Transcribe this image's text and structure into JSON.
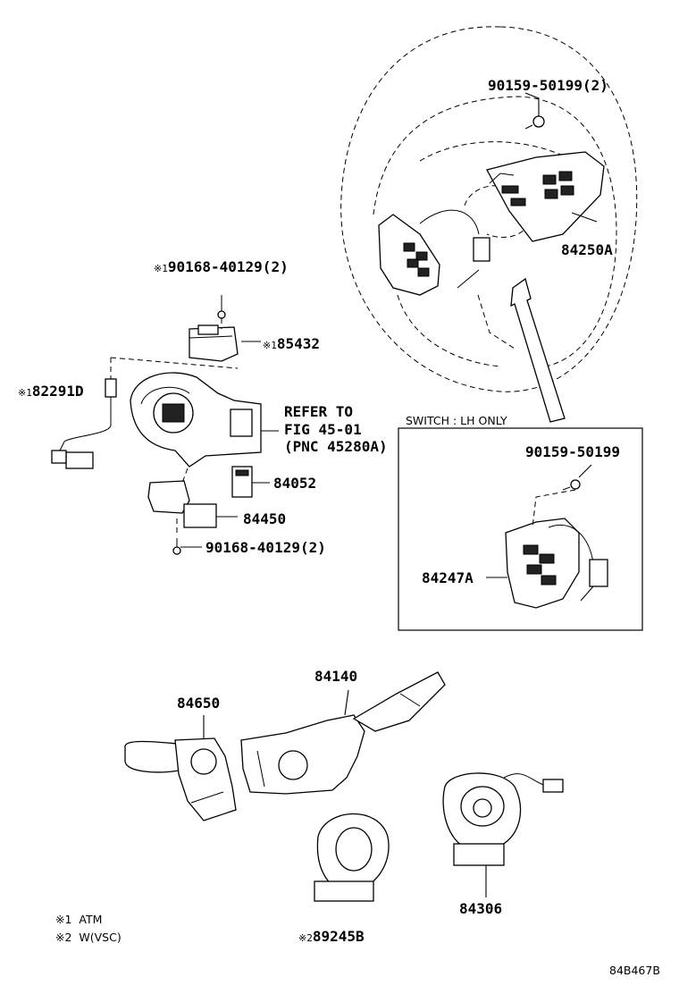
{
  "labels": {
    "p_90159_50199_2": "90159-50199(2)",
    "p_84250A": "84250A",
    "p_90168_40129_2_top_mark": "※1",
    "p_90168_40129_2_top": "90168-40129(2)",
    "p_85432_mark": "※1",
    "p_85432": "85432",
    "p_82291D_mark": "※1",
    "p_82291D": "82291D",
    "refer_line1": "REFER TO",
    "refer_line2": "FIG 45-01",
    "refer_line3": "(PNC 45280A)",
    "p_84052": "84052",
    "p_84450": "84450",
    "p_90168_40129_2_bottom": "90168-40129(2)",
    "switch_box_title": "SWITCH : LH ONLY",
    "p_90159_50199": "90159-50199",
    "p_84247A": "84247A",
    "p_84140": "84140",
    "p_84650": "84650",
    "p_84306": "84306",
    "p_89245B_mark": "※2",
    "p_89245B": "89245B",
    "note1_mark": "※1",
    "note1_text": "ATM",
    "note2_mark": "※2",
    "note2_text": "W(VSC)",
    "figure_id": "84B467B"
  }
}
